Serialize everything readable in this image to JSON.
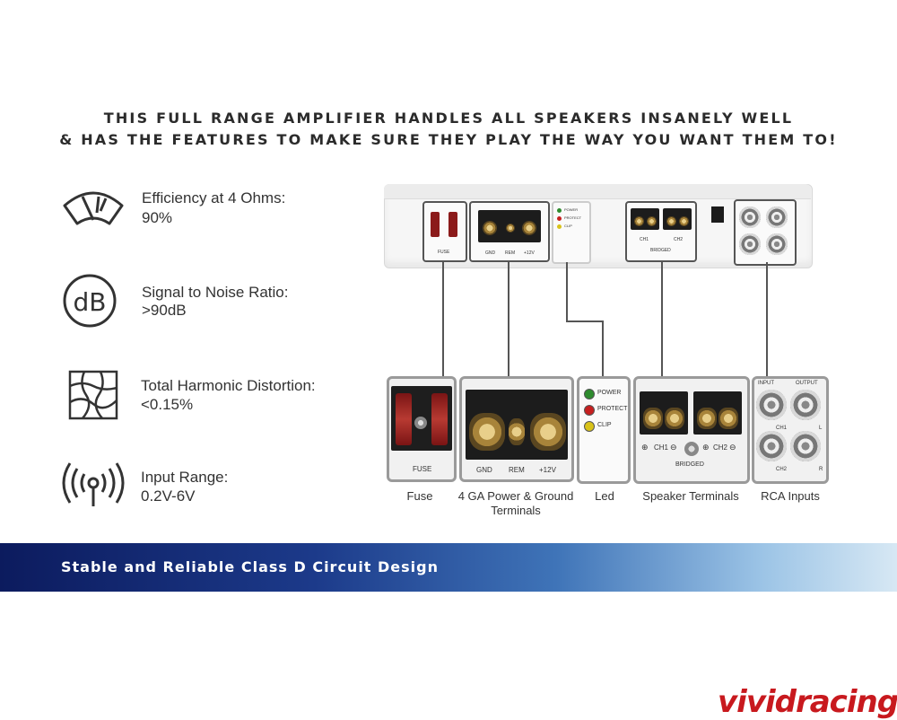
{
  "headline": {
    "line1": "THIS FULL RANGE AMPLIFIER HANDLES ALL SPEAKERS INSANELY WELL",
    "line2": "& HAS THE FEATURES TO MAKE SURE THEY PLAY THE WAY YOU WANT THEM TO!"
  },
  "specs": [
    {
      "icon": "efficiency-gauge-icon",
      "label": "Efficiency at 4 Ohms:",
      "value": "90%"
    },
    {
      "icon": "db-icon",
      "label": "Signal to Noise Ratio:",
      "value": ">90dB",
      "icon_text": "dB"
    },
    {
      "icon": "distortion-grid-icon",
      "label": "Total Harmonic Distortion:",
      "value": "<0.15%"
    },
    {
      "icon": "signal-antenna-icon",
      "label": "Input Range:",
      "value": "0.2V-6V"
    }
  ],
  "amp_labels": {
    "fuse": "FUSE",
    "gnd": "GND",
    "rem": "REM",
    "v12": "+12V",
    "power": "POWER",
    "protect": "PROTECT",
    "clip": "CLIP",
    "ch1": "CH1",
    "ch2": "CH2",
    "bridged": "BRIDGED",
    "input": "INPUT",
    "output": "OUTPUT",
    "l": "L",
    "r": "R"
  },
  "callouts": [
    {
      "label": "Fuse"
    },
    {
      "label": "4 GA Power & Ground Terminals"
    },
    {
      "label": "Led"
    },
    {
      "label": "Speaker Terminals"
    },
    {
      "label": "RCA Inputs"
    }
  ],
  "colors": {
    "led_power": "#2e8b2e",
    "led_protect": "#c62020",
    "led_clip": "#d8c21a",
    "brand_red": "#c8191e"
  },
  "banner": {
    "text": "Stable and Reliable Class D Circuit Design"
  },
  "logo": {
    "text": "vividracing"
  }
}
